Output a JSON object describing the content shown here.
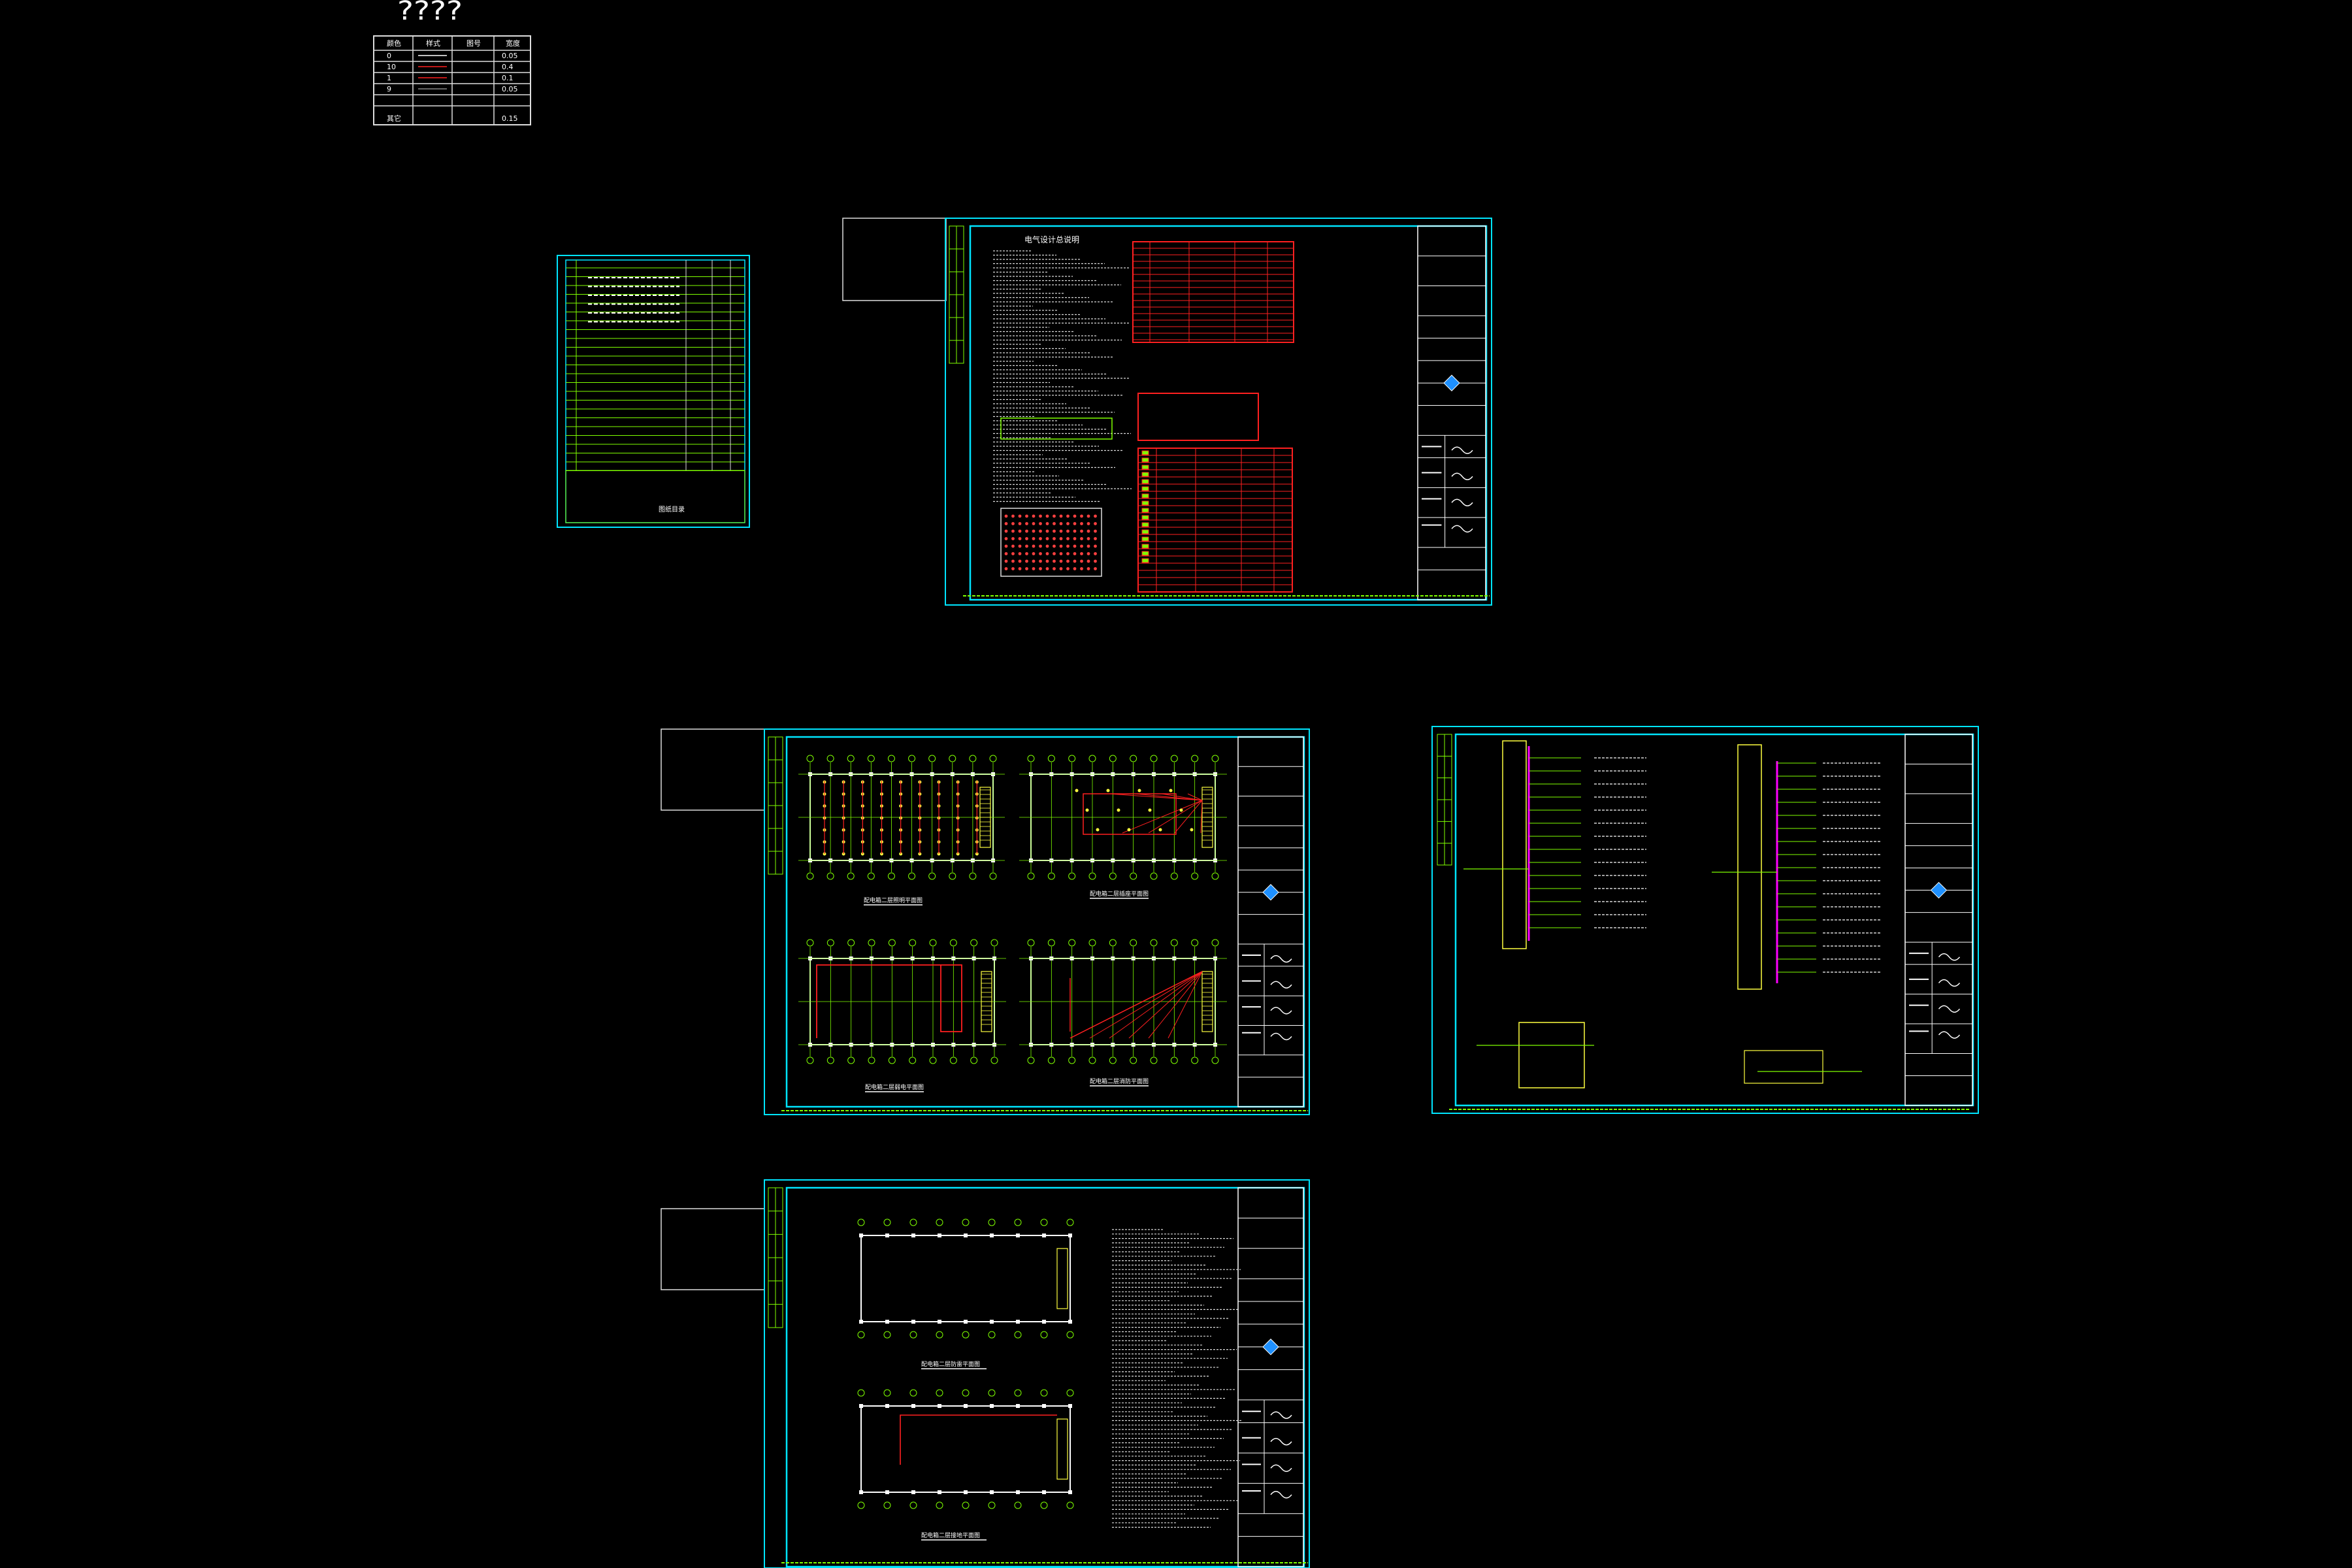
{
  "legend": {
    "question_marks": "????",
    "headers": [
      "颜色",
      "样式",
      "图号",
      "宽度"
    ],
    "rows": [
      {
        "color": "0",
        "width": "0.05"
      },
      {
        "color": "10",
        "width": "0.4"
      },
      {
        "color": "1",
        "width": "0.1"
      },
      {
        "color": "9",
        "width": "0.05"
      },
      {
        "color": "其它",
        "width": "0.15"
      }
    ]
  },
  "drawing_index": {
    "title": "图纸目录"
  },
  "sheet_design_notes": {
    "title": "电气设计总说明"
  },
  "sheet_plans": {
    "plan_titles": [
      "配电箱二层照明平面图",
      "配电箱二层插座平面图",
      "配电箱二层弱电平面图",
      "配电箱二层消防平面图"
    ]
  },
  "sheet_grounding": {
    "plan_titles": [
      "配电箱二层防雷平面图",
      "配电箱二层接地平面图"
    ]
  },
  "colors": {
    "background": "#000000",
    "frame_cyan": "#00e5ff",
    "line_green": "#7fff00",
    "line_red": "#ff2020",
    "line_magenta": "#ff00ff",
    "line_yellow": "#ffff40",
    "text_white": "#ffffff"
  }
}
